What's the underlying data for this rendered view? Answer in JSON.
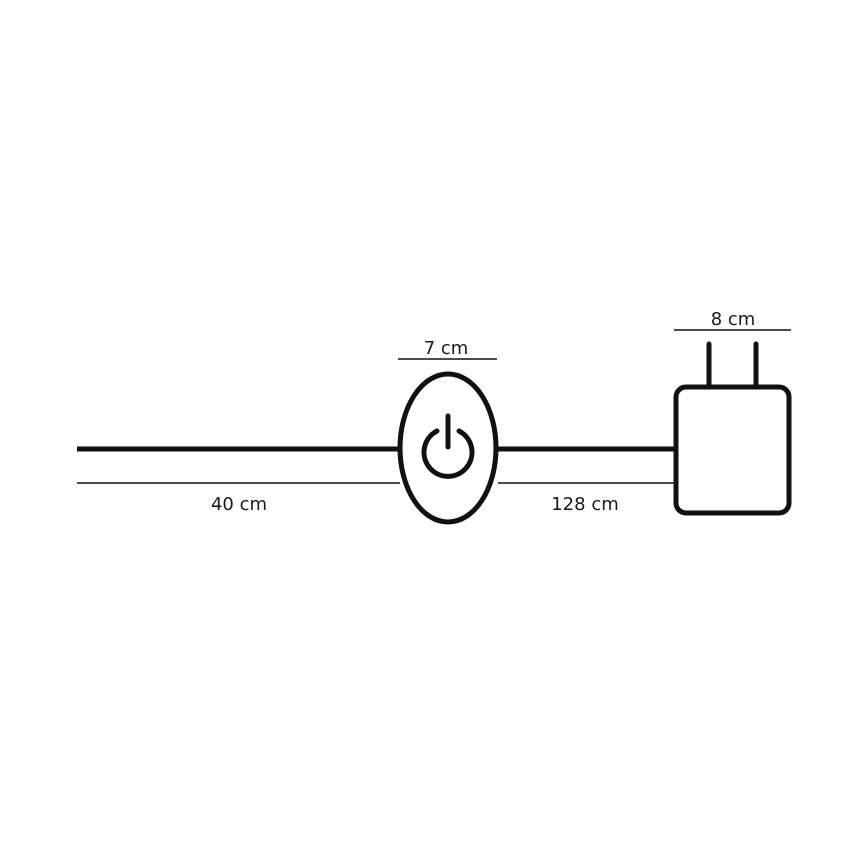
{
  "diagram": {
    "colors": {
      "stroke": "#111111",
      "background": "#ffffff",
      "text": "#1a1a1a"
    },
    "dimensions": {
      "cable_left": "40 cm",
      "switch_width": "7 cm",
      "cable_right": "128 cm",
      "adapter_width": "8 cm"
    },
    "icons": {
      "switch": "power-icon",
      "adapter": "plug-adapter-icon"
    }
  }
}
